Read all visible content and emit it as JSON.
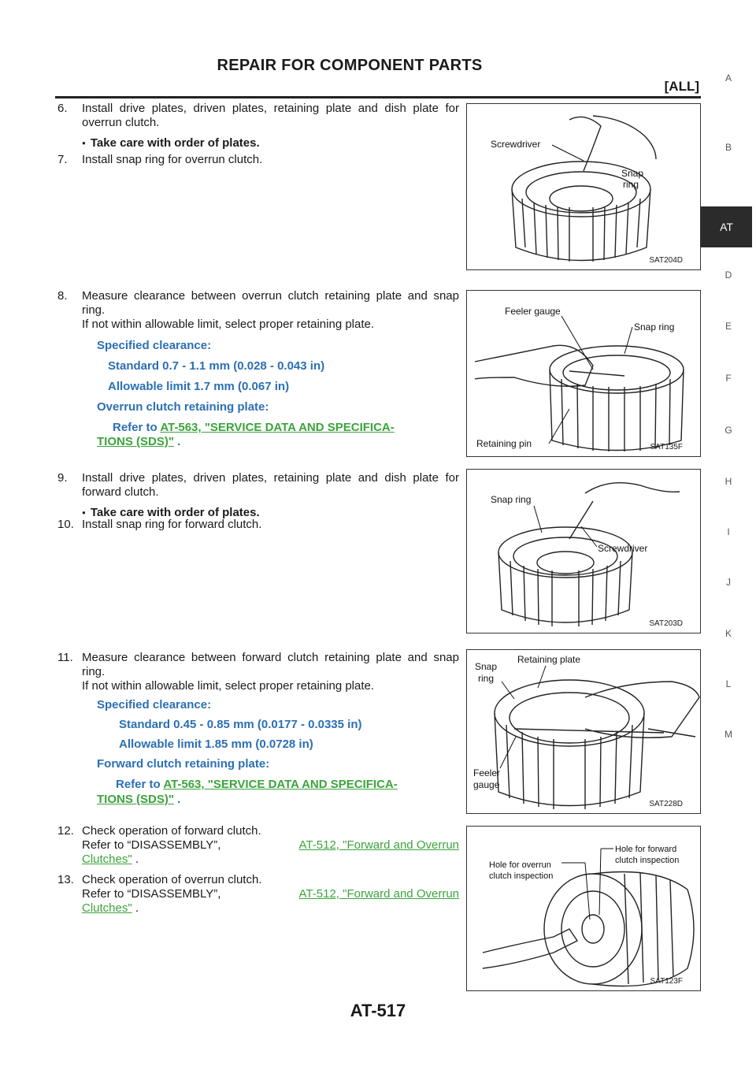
{
  "header": {
    "title": "REPAIR FOR COMPONENT PARTS",
    "scope": "[ALL]"
  },
  "side_tabs": [
    "A",
    "B",
    "AT",
    "D",
    "E",
    "F",
    "G",
    "H",
    "I",
    "J",
    "K",
    "L",
    "M"
  ],
  "side_active": "AT",
  "steps": {
    "s6": {
      "num": "6.",
      "text": "Install drive plates, driven plates, retaining plate and dish plate for overrun clutch.",
      "bullet": "Take care with order of plates."
    },
    "s7": {
      "num": "7.",
      "text": "Install snap ring for overrun clutch."
    },
    "s8": {
      "num": "8.",
      "text": "Measure clearance between overrun clutch retaining plate and snap ring.",
      "text2": "If not within allowable limit, select proper retaining plate.",
      "spec_label": "Specified clearance:",
      "standard": "Standard 0.7 - 1.1 mm (0.028 - 0.043 in)",
      "limit": "Allowable limit 1.7 mm (0.067 in)",
      "plate_label": "Overrun clutch retaining plate:",
      "refer": "Refer to",
      "link": "AT-563, \"SERVICE DATA AND SPECIFICA-",
      "link2": "TIONS (SDS)\"",
      "tail": "."
    },
    "s9": {
      "num": "9.",
      "text": "Install drive plates, driven plates, retaining plate and dish plate for forward clutch.",
      "bullet": "Take care with order of plates."
    },
    "s10": {
      "num": "10.",
      "text": "Install snap ring for forward clutch."
    },
    "s11": {
      "num": "11.",
      "text": "Measure clearance between forward clutch retaining plate and snap ring.",
      "text2": "If not within allowable limit, select proper retaining plate.",
      "spec_label": "Specified clearance:",
      "standard": "Standard 0.45 - 0.85 mm (0.0177 - 0.0335 in)",
      "limit": "Allowable limit 1.85 mm (0.0728 in)",
      "plate_label": "Forward clutch retaining plate:",
      "refer": "Refer to",
      "link": "AT-563, \"SERVICE DATA AND SPECIFICA-",
      "link2": "TIONS (SDS)\"",
      "tail": "."
    },
    "s12": {
      "num": "12.",
      "text": "Check operation of forward clutch.",
      "refer": "Refer to “DISASSEMBLY”,",
      "link": "AT-512, \"Forward and Overrun",
      "link2": "Clutches\"",
      "tail": "."
    },
    "s13": {
      "num": "13.",
      "text": "Check operation of overrun clutch.",
      "refer": "Refer to “DISASSEMBLY”,",
      "link": "AT-512, \"Forward and Overrun",
      "link2": "Clutches\"",
      "tail": "."
    }
  },
  "figures": {
    "f1": {
      "id": "SAT204D",
      "labels": [
        "Screwdriver",
        "Snap",
        "ring"
      ]
    },
    "f2": {
      "id": "SAT135F",
      "labels": [
        "Feeler gauge",
        "Snap ring",
        "Retaining pin"
      ]
    },
    "f3": {
      "id": "SAT203D",
      "labels": [
        "Snap ring",
        "Screwdriver"
      ]
    },
    "f4": {
      "id": "SAT228D",
      "labels": [
        "Snap",
        "ring",
        "Retaining plate",
        "Feeler",
        "gauge"
      ]
    },
    "f5": {
      "id": "SAT123F",
      "labels": [
        "Hole for overrun",
        "clutch inspection",
        "Hole for forward",
        "clutch inspection"
      ]
    }
  },
  "footer": {
    "page": "AT-517"
  }
}
